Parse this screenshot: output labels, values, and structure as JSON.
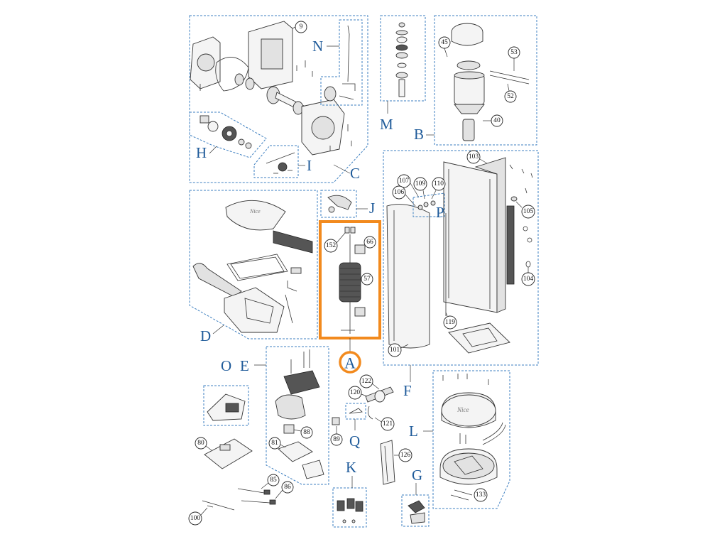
{
  "groups": {
    "A": "A",
    "B": "B",
    "C": "C",
    "D": "D",
    "E": "E",
    "F": "F",
    "G": "G",
    "H": "H",
    "I": "I",
    "J": "J",
    "K": "K",
    "L": "L",
    "M": "M",
    "N": "N",
    "O": "O",
    "P": "P",
    "Q": "Q"
  },
  "callouts": {
    "c9": "9",
    "c45": "45",
    "c53": "53",
    "c52": "52",
    "c40": "40",
    "c103": "103",
    "c107": "107",
    "c109": "109",
    "c110": "110",
    "c106": "106",
    "c105": "105",
    "c104": "104",
    "c119": "119",
    "c101": "101",
    "c152": "152",
    "c66": "66",
    "c57": "57",
    "c122": "122",
    "c120": "120",
    "c121": "121",
    "c89": "89",
    "c126": "126",
    "c88": "88",
    "c81": "81",
    "c80": "80",
    "c85": "85",
    "c86": "86",
    "c100": "100",
    "c133": "133"
  },
  "logos": {
    "cover_logo": "Nice",
    "housing_logo": "Nice"
  },
  "colors": {
    "highlight": "#f28a1e",
    "group_border": "#3d7fc0",
    "letter": "#1f5b9a"
  }
}
